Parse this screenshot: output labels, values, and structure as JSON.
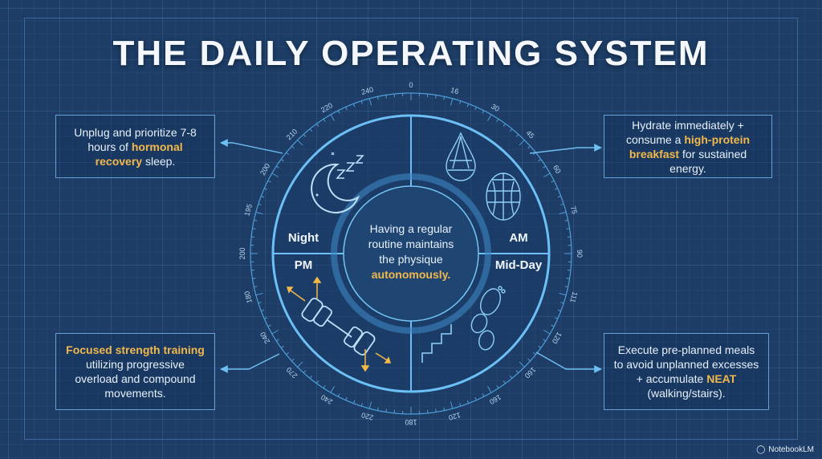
{
  "title": "THE DAILY OPERATING SYSTEM",
  "boxes": {
    "night": {
      "before": "Unplug and prioritize 7-8 hours of ",
      "highlight": "hormonal recovery",
      "after": " sleep."
    },
    "am": {
      "before": "Hydrate immediately + consume a ",
      "highlight": "high-protein breakfast",
      "after": " for sustained energy."
    },
    "pm": {
      "highlight": "Focused strength training",
      "after": " utilizing progressive overload and compound movements."
    },
    "midday": {
      "before": "Execute pre-planned meals to avoid unplanned excesses + accumulate ",
      "highlight": "NEAT",
      "after": " (walking/stairs)."
    }
  },
  "quadrants": {
    "night": "Night",
    "am": "AM",
    "pm": "PM",
    "midday": "Mid-Day"
  },
  "center": {
    "line1": "Having a regular",
    "line2": "routine maintains",
    "line3": "the physique",
    "highlight": "autonomously."
  },
  "dial_ticks": [
    "0",
    "16",
    "30",
    "45",
    "60",
    "75",
    "90",
    "111",
    "120",
    "160",
    "160",
    "120",
    "180",
    "220",
    "240",
    "270",
    "240",
    "180",
    "200",
    "195",
    "200",
    "210",
    "220",
    "240"
  ],
  "icons": [
    "moon-icon",
    "zzz-icon",
    "water-drop-icon",
    "egg-icon",
    "dumbbell-icon",
    "footprints-icon",
    "stairs-icon"
  ],
  "colors": {
    "background": "#1d3d66",
    "accent": "#f2b84b",
    "line": "#5fb0e8"
  },
  "brand": "NotebookLM"
}
